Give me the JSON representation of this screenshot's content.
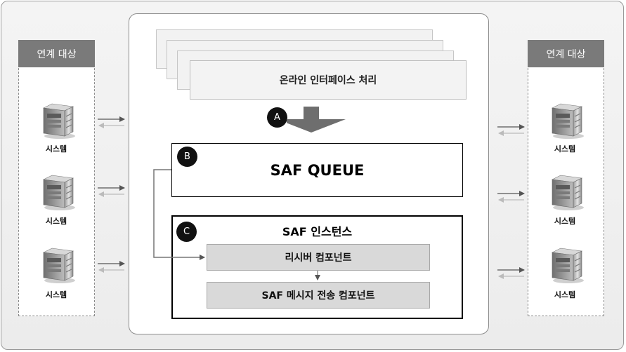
{
  "left_column": {
    "header": "연계 대상",
    "systems": [
      "시스템",
      "시스템",
      "시스템"
    ]
  },
  "right_column": {
    "header": "연계 대상",
    "systems": [
      "시스템",
      "시스템",
      "시스템"
    ]
  },
  "online_interface": {
    "label": "온라인 인터페이스 처리",
    "badge": "A"
  },
  "saf_queue": {
    "label": "SAF QUEUE",
    "badge": "B"
  },
  "saf_instance": {
    "title": "SAF 인스턴스",
    "badge": "C",
    "receiver": "리시버 컴포넌트",
    "sender": "SAF 메시지 전송 컴포넌트"
  }
}
